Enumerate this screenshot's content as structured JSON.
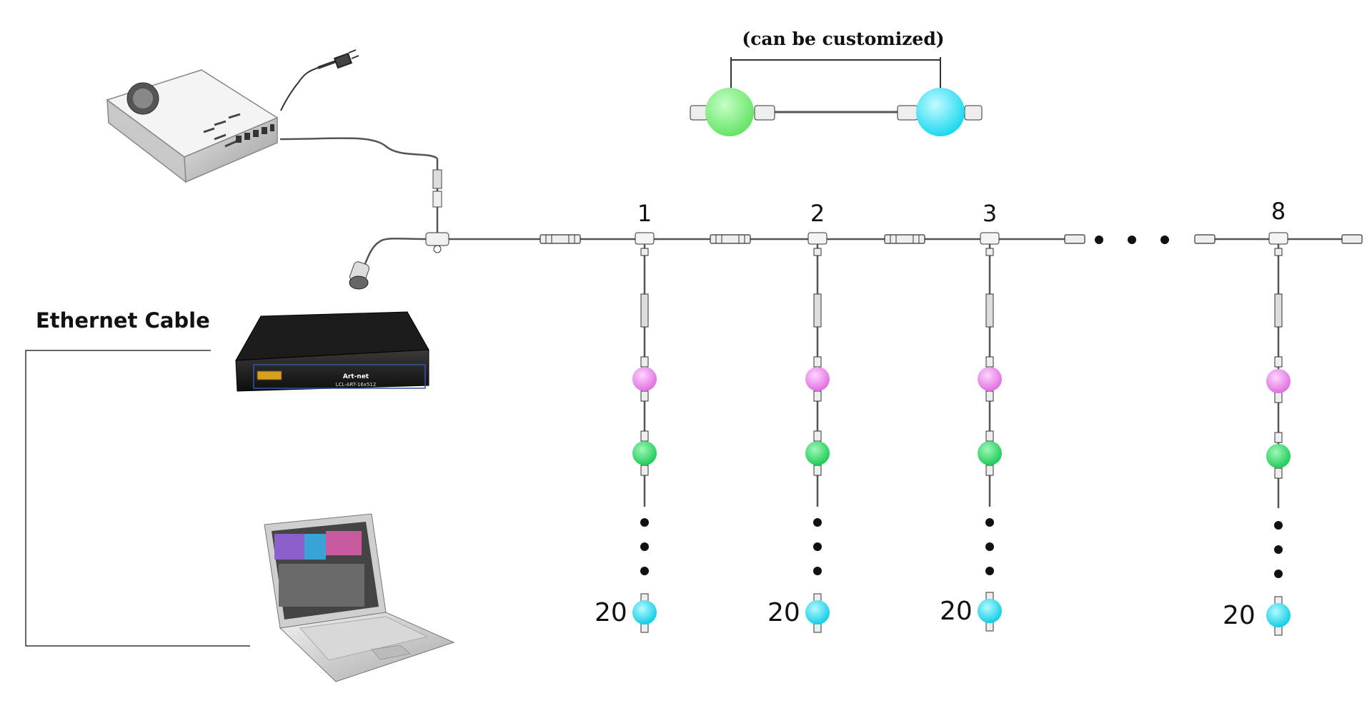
{
  "labels": {
    "ethernet_cable": "Ethernet Cable",
    "custom_length": "(can be customized)",
    "controller_name": "Art-net",
    "controller_model": "LCL-ART-16x512"
  },
  "branches": [
    {
      "number": "1",
      "end_count": "20"
    },
    {
      "number": "2",
      "end_count": "20"
    },
    {
      "number": "3",
      "end_count": "20"
    },
    {
      "number": "8",
      "end_count": "20"
    }
  ],
  "colors": {
    "pink_ball": "#ee88ee",
    "green_ball": "#33dd77",
    "cyan_ball": "#22d8ee",
    "light_green_ball": "#77ee77",
    "light_cyan_ball": "#33e4f0",
    "cable": "#555555"
  },
  "icons": [
    "power-supply-icon",
    "power-plug-icon",
    "artnet-controller-icon",
    "laptop-icon",
    "connector-icon"
  ]
}
